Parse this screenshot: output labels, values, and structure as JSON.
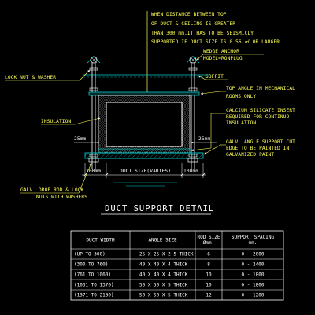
{
  "notes": {
    "top": [
      "WHEN DISTANCE BETWEEN TOP",
      "OF DUCT & CEILING IS GREATER",
      "THAN 300 mm.IT HAS TO BE SEISMICLY",
      "SUPPORTED IF DUCT SIZE IS 0.56 ㎡  OR LARGER"
    ],
    "wedge_anchor": [
      "WEDGE ANCHOR",
      "MODEL=RONPLUG"
    ],
    "lock_nut": "LOCK NUT & WASHER",
    "soffit": "SOFFIT",
    "top_angle": [
      "TOP ANGLE IN MECHANICAL",
      "ROOMS ONLY"
    ],
    "calcium": [
      "CALCIUM SILICATE INSERT",
      "REQUIRED FOR CONTINUO",
      "INSULATION"
    ],
    "insulation": "INSULATION",
    "galv_angle": [
      "GALV. ANGLE SUPPORT CUT",
      "EDGE TO BE PAINTED IN",
      "GALVANIZED PAINT"
    ],
    "galv_drop": [
      "GALV. DROP ROD & LOCK",
      "NUTS WITH WASHERS"
    ]
  },
  "dims": {
    "left_25": "25mm",
    "right_25": "25mm",
    "left_100": "100mm",
    "duct_size": "DUCT SIZE(VARIES)",
    "right_100": "100mm"
  },
  "title": "DUCT SUPPORT DETAIL",
  "table": {
    "headers": [
      [
        "DUCT WIDTH"
      ],
      [
        "ANGLE SIZE"
      ],
      [
        "ROD SIZE",
        "Ømm."
      ],
      [
        "SUPPORT SPACING",
        "mm."
      ]
    ],
    "rows": [
      [
        "(UP TO 300)",
        "25 X 25 X 2.5 THICK",
        "6",
        "0 - 2000"
      ],
      [
        "(300 TO 760)",
        "40 X 40 X 4 THICK",
        "8",
        "0 - 2400"
      ],
      [
        "(761 TO 1060)",
        "40 X 40 X 4 THICK",
        "10",
        "0 - 1800"
      ],
      [
        "(1061 TO 1370)",
        "50 X 50 X 5 THICK",
        "10",
        "0 - 1800"
      ],
      [
        "(1371 TO 2130)",
        "50 X 50 X 5 THICK",
        "12",
        "0 - 1200"
      ]
    ]
  }
}
